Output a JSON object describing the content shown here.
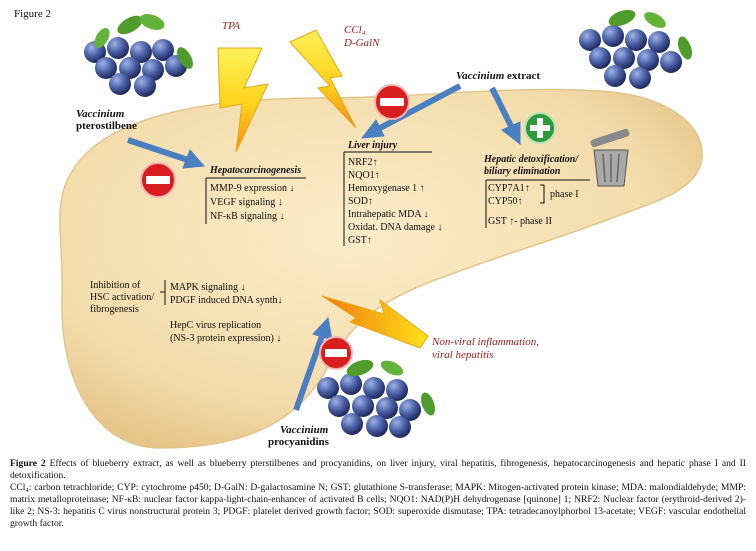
{
  "figure_label": "Figure 2",
  "agents": {
    "tpa": "TPA",
    "ccl4": "CCl₄",
    "dgaln": "D-GalN",
    "extract_italic": "Vaccinium",
    "extract_plain": "extract",
    "pterostilbene_italic": "Vaccinium",
    "pterostilbene_plain": "pterostilbene",
    "procyanidins_italic": "Vaccinium",
    "procyanidins_plain": "procyanidins",
    "nonviral_1": "Non-viral inflammation,",
    "nonviral_2": "viral hepatitis"
  },
  "hepatocarcinogenesis": {
    "title": "Hepatocarcinogenesis",
    "items": [
      "MMP-9 expression",
      "VEGF signaling",
      "NF-κB signaling"
    ],
    "arrows": [
      "↓",
      "↓",
      "↓"
    ]
  },
  "liver_injury": {
    "title": "Liver injury",
    "items": [
      "NRF2",
      "NQO1",
      "Hemoxygenase 1",
      "SOD",
      "Intrahepatic MDA",
      "Oxidat. DNA damage",
      "GST"
    ],
    "arrows": [
      "↑",
      "↑",
      "↑",
      "↑",
      "↓",
      "↓",
      "↑"
    ]
  },
  "detox": {
    "title_1": "Hepatic detoxification/",
    "title_2": "biliary elimination",
    "cyp7a1": "CYP7A1",
    "cyp50": "CYP50",
    "phase1": "phase I",
    "gst": "GST",
    "phase2": "- phase II",
    "up": "↑"
  },
  "fibrogenesis": {
    "label_1": "Inhibition of",
    "label_2": "HSC activation/",
    "label_3": "fibrogenesis",
    "items": [
      "MAPK signaling",
      "PDGF induced DNA synth"
    ],
    "arrows": [
      "↓",
      "↓"
    ],
    "hepc_1": "HepC virus replication",
    "hepc_2": "(NS-3 protein expression)",
    "hepc_arrow": "↓"
  },
  "caption": {
    "lead": "Figure 2",
    "text": " Effects of blueberry extract, as well as blueberry pterstilbenes and procyanidins, on liver injury, viral hepatitis, fibrogenesis, hepatocarcinogenesis and hepatic phase I and II detoxification.",
    "abbrev": "CCl₄: carbon tetrachloride; CYP: cytochrome p450; D-GalN: D-galactosamine N; GST: glutathione S-transferase; MAPK: Mitogen-activated protein kinase; MDA: malondialdehyde; MMP: matrix metalloproteinase; NF-κB: nuclear factor kappa-light-chain-enhancer of activated B cells; NQO1: NAD(P)H dehydrogenase [quinone] 1; NRF2: Nuclear factor (erythroid-derived 2)-like 2; NS-3: hepatitis C virus nonstructural protein 3; PDGF: platelet derived growth factor; SOD: superoxide dismutase; TPA: tetradecanoylphorbol 13-acetate; VEGF: vascular endothelial growth factor."
  },
  "colors": {
    "liver": "#f6e3b8",
    "liver_edge": "#e2c58c",
    "arrow_blue": "#4a7fc1",
    "bolt_yellow": "#ffe11a",
    "bolt_orange": "#f08c16",
    "minus_red": "#d81e1e",
    "plus_green": "#2e9a3b",
    "label_red": "#9b1c1c"
  }
}
